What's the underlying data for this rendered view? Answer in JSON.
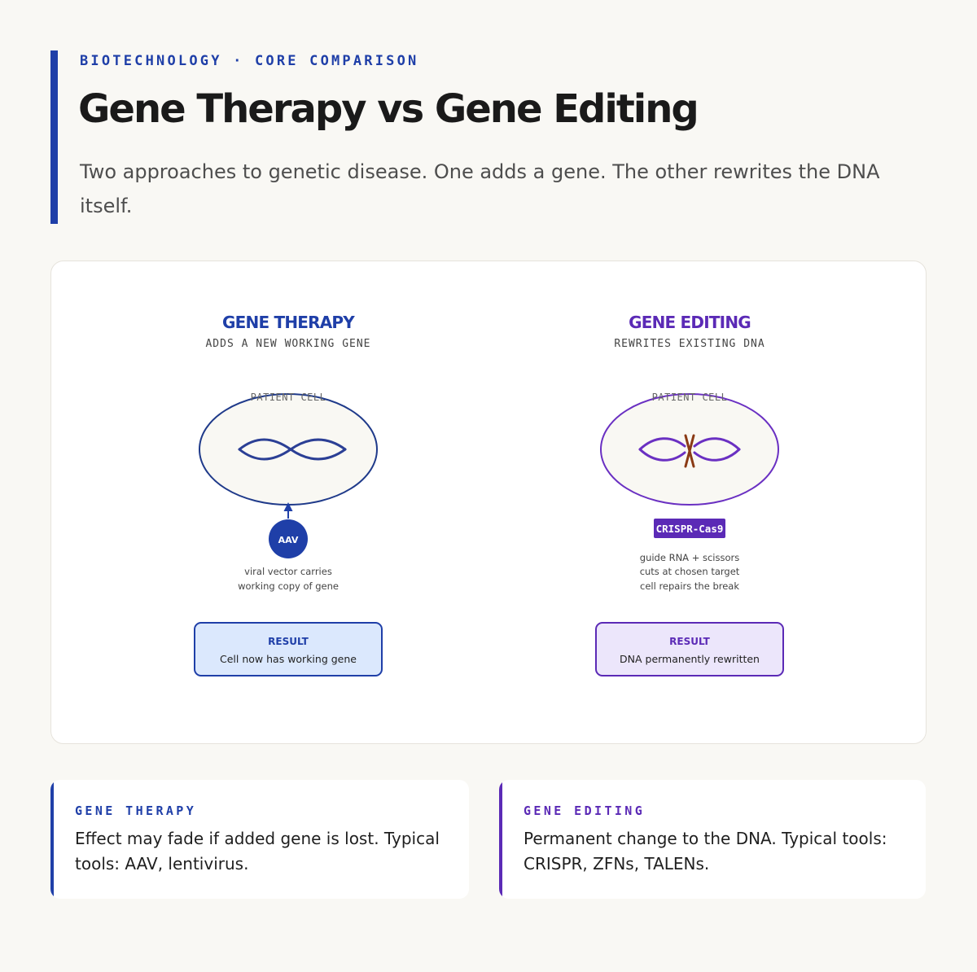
{
  "header": {
    "eyebrow": "BIOTECHNOLOGY · CORE COMPARISON",
    "title": "Gene Therapy vs Gene Editing",
    "subtitle": "Two approaches to genetic disease. One adds a gene. The other rewrites the DNA itself."
  },
  "diagram": {
    "therapy": {
      "heading": "GENE THERAPY",
      "tagline": "ADDS A NEW WORKING GENE",
      "cell_label": "PATIENT CELL",
      "vector_label": "AAV",
      "note_line1": "viral vector carries",
      "note_line2": "working copy of gene",
      "result_title": "RESULT",
      "result_text": "Cell now has working gene"
    },
    "editing": {
      "heading": "GENE EDITING",
      "tagline": "REWRITES EXISTING DNA",
      "cell_label": "PATIENT CELL",
      "tool_label": "CRISPR-Cas9",
      "note_line1": "guide RNA + scissors",
      "note_line2": "cuts at chosen target",
      "note_line3": "cell repairs the break",
      "result_title": "RESULT",
      "result_text": "DNA permanently rewritten"
    }
  },
  "cards": {
    "therapy": {
      "label": "GENE THERAPY",
      "text": "Effect may fade if added gene is lost. Typical tools: AAV, lentivirus."
    },
    "editing": {
      "label": "GENE EDITING",
      "text": "Permanent change to the DNA. Typical tools: CRISPR, ZFNs, TALENs."
    }
  },
  "colors": {
    "therapy_accent": "#1f3fa8",
    "editing_accent": "#5b2ab6",
    "cut_mark": "#8a3a14",
    "background": "#f9f8f4"
  }
}
